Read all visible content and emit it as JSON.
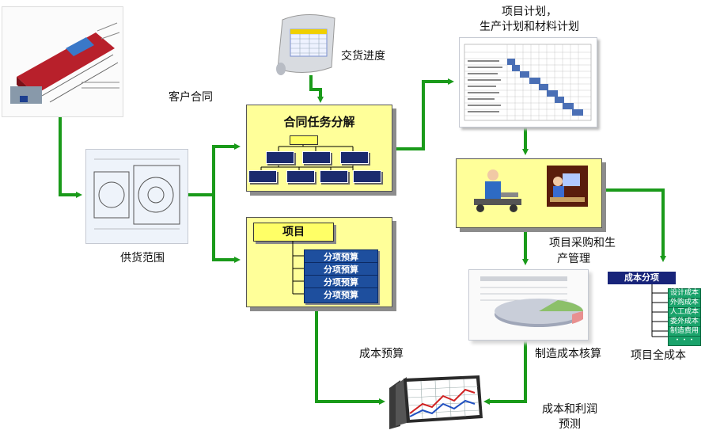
{
  "labels": {
    "customer_contract": "客户合同",
    "delivery_progress": "交货进度",
    "project_plan_line1": "项目计划，",
    "project_plan_line2": "生产计划和材料计划",
    "supply_scope": "供货范围",
    "procure_line1": "项目采购和生",
    "procure_line2": "产管理",
    "cost_budget": "成本预算",
    "manufacturing_cost": "制造成本核算",
    "project_full_cost": "项目全成本",
    "forecast_line1": "成本和利润",
    "forecast_line2": "预测"
  },
  "contract_box": {
    "title": "合同任务分解"
  },
  "project_box": {
    "title": "项目",
    "items": [
      "分项预算",
      "分项预算",
      "分项预算",
      "分项预算"
    ]
  },
  "cost_breakdown": {
    "title": "成本分项",
    "items": [
      "设计成本",
      "外购成本",
      "人工成本",
      "委外成本",
      "制造费用",
      "・・・"
    ]
  },
  "colors": {
    "arrow": "#1a9a1a",
    "box_fill": "#ffff99",
    "node_fill": "#1b2b6e",
    "sub_fill": "#1e4f9e",
    "cost_item": "#1aa36b"
  }
}
